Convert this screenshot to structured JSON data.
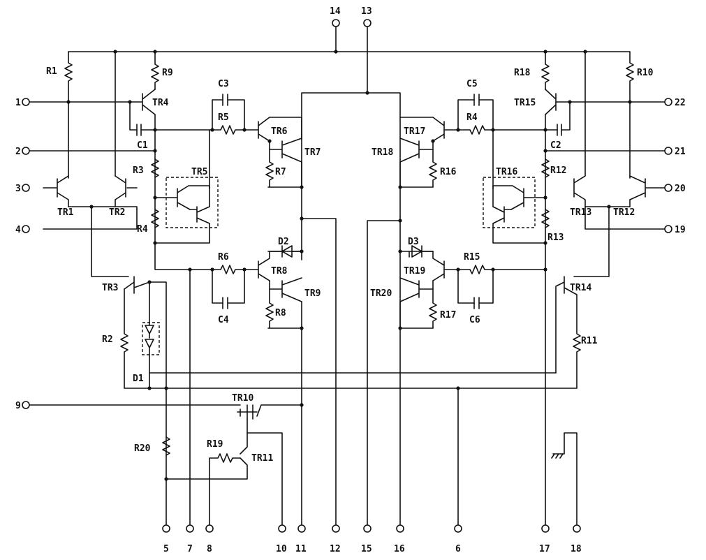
{
  "components": {
    "r1": "R1",
    "r9": "R9",
    "r18": "R18",
    "r10": "R10",
    "tr4": "TR4",
    "tr15": "TR15",
    "c3": "C3",
    "r5": "R5",
    "c5": "C5",
    "r4_right": "R4",
    "tr6": "TR6",
    "tr7": "TR7",
    "tr17": "TR17",
    "tr18": "TR18",
    "c1": "C1",
    "c2": "C2",
    "r3": "R3",
    "r12": "R12",
    "r7": "R7",
    "r16": "R16",
    "tr5": "TR5",
    "tr16": "TR16",
    "tr1": "TR1",
    "tr2": "TR2",
    "tr13": "TR13",
    "tr12": "TR12",
    "r4_left": "R4",
    "r13": "R13",
    "d2": "D2",
    "d3": "D3",
    "r6": "R6",
    "r15": "R15",
    "tr8": "TR8",
    "tr19": "TR19",
    "tr9": "TR9",
    "tr20": "TR20",
    "tr3": "TR3",
    "tr14": "TR14",
    "c4": "C4",
    "c6": "C6",
    "r8": "R8",
    "r17": "R17",
    "r2": "R2",
    "r11": "R11",
    "d1": "D1",
    "tr10": "TR10",
    "r20": "R20",
    "r19": "R19",
    "tr11": "TR11"
  },
  "pins": {
    "p1": "1",
    "p2": "2",
    "p3": "3",
    "p4": "4",
    "p9": "9",
    "p22": "22",
    "p21": "21",
    "p20": "20",
    "p19": "19",
    "p14": "14",
    "p13": "13",
    "p5": "5",
    "p7": "7",
    "p8": "8",
    "p10": "10",
    "p11": "11",
    "p12": "12",
    "p15": "15",
    "p16": "16",
    "p6": "6",
    "p17": "17",
    "p18": "18"
  }
}
